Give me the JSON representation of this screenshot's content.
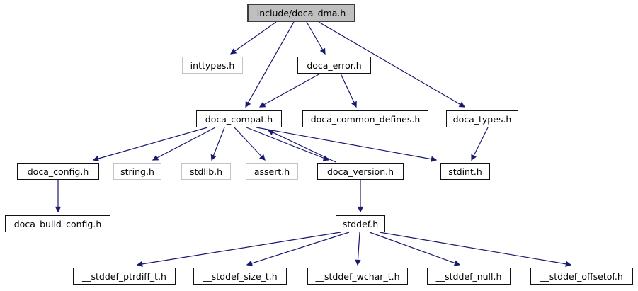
{
  "diagram": {
    "kind": "include-dependency-graph",
    "root": "include/doca_dma.h"
  },
  "colors": {
    "edge": "#191970",
    "node_border": "#111111",
    "external_node_border": "#c3c3c3",
    "root_fill": "#bfbfbf",
    "node_fill": "#ffffff",
    "text": "#000000",
    "background": "#ffffff"
  },
  "nodes": {
    "doca_dma": {
      "label": "include/doca_dma.h",
      "style": "root"
    },
    "inttypes": {
      "label": "inttypes.h",
      "style": "external"
    },
    "doca_error": {
      "label": "doca_error.h",
      "style": "normal"
    },
    "doca_compat": {
      "label": "doca_compat.h",
      "style": "normal"
    },
    "doca_common_defines": {
      "label": "doca_common_defines.h",
      "style": "normal"
    },
    "doca_types": {
      "label": "doca_types.h",
      "style": "normal"
    },
    "doca_config": {
      "label": "doca_config.h",
      "style": "normal"
    },
    "string": {
      "label": "string.h",
      "style": "external"
    },
    "stdlib": {
      "label": "stdlib.h",
      "style": "external"
    },
    "assert": {
      "label": "assert.h",
      "style": "external"
    },
    "doca_version": {
      "label": "doca_version.h",
      "style": "normal"
    },
    "stdint": {
      "label": "stdint.h",
      "style": "normal"
    },
    "doca_build_config": {
      "label": "doca_build_config.h",
      "style": "normal"
    },
    "stddef": {
      "label": "stddef.h",
      "style": "normal"
    },
    "stddef_ptrdiff": {
      "label": "__stddef_ptrdiff_t.h",
      "style": "normal"
    },
    "stddef_size": {
      "label": "__stddef_size_t.h",
      "style": "normal"
    },
    "stddef_wchar": {
      "label": "__stddef_wchar_t.h",
      "style": "normal"
    },
    "stddef_null": {
      "label": "__stddef_null.h",
      "style": "normal"
    },
    "stddef_offsetof": {
      "label": "__stddef_offsetof.h",
      "style": "normal"
    }
  },
  "edges": [
    {
      "from": "doca_dma",
      "to": "inttypes"
    },
    {
      "from": "doca_dma",
      "to": "doca_error"
    },
    {
      "from": "doca_dma",
      "to": "doca_compat"
    },
    {
      "from": "doca_dma",
      "to": "doca_types"
    },
    {
      "from": "doca_error",
      "to": "doca_compat"
    },
    {
      "from": "doca_error",
      "to": "doca_common_defines"
    },
    {
      "from": "doca_compat",
      "to": "doca_config"
    },
    {
      "from": "doca_compat",
      "to": "string"
    },
    {
      "from": "doca_compat",
      "to": "stdlib"
    },
    {
      "from": "doca_compat",
      "to": "assert"
    },
    {
      "from": "doca_compat",
      "to": "doca_version"
    },
    {
      "from": "doca_version",
      "to": "doca_compat"
    },
    {
      "from": "doca_compat",
      "to": "stdint"
    },
    {
      "from": "doca_types",
      "to": "stdint"
    },
    {
      "from": "doca_config",
      "to": "doca_build_config"
    },
    {
      "from": "doca_version",
      "to": "stddef"
    },
    {
      "from": "stddef",
      "to": "stddef_ptrdiff"
    },
    {
      "from": "stddef",
      "to": "stddef_size"
    },
    {
      "from": "stddef",
      "to": "stddef_wchar"
    },
    {
      "from": "stddef",
      "to": "stddef_null"
    },
    {
      "from": "stddef",
      "to": "stddef_offsetof"
    }
  ]
}
